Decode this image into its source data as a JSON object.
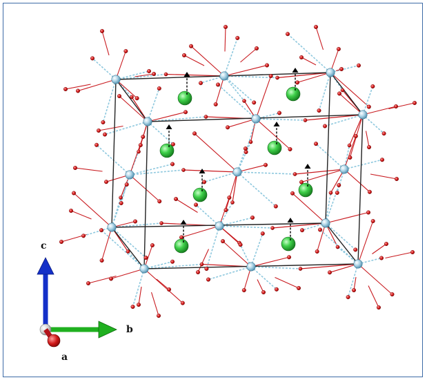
{
  "figure": {
    "colors": {
      "frame_border": "#3b6aa6",
      "cell_edge": "#222222",
      "bond_red": "#c8191e",
      "bond_cyan": "#8ec8de",
      "oxygen": "#d21a1a",
      "metal_node": "#9cc7dc",
      "cation": "#2db83a",
      "displacement_arrow": "#000000",
      "axis_a": "#b3121a",
      "axis_b": "#20b020",
      "axis_c": "#1430c8",
      "axis_origin": "#c9c9c9"
    },
    "axes": {
      "a_label": "a",
      "b_label": "b",
      "c_label": "c"
    }
  }
}
